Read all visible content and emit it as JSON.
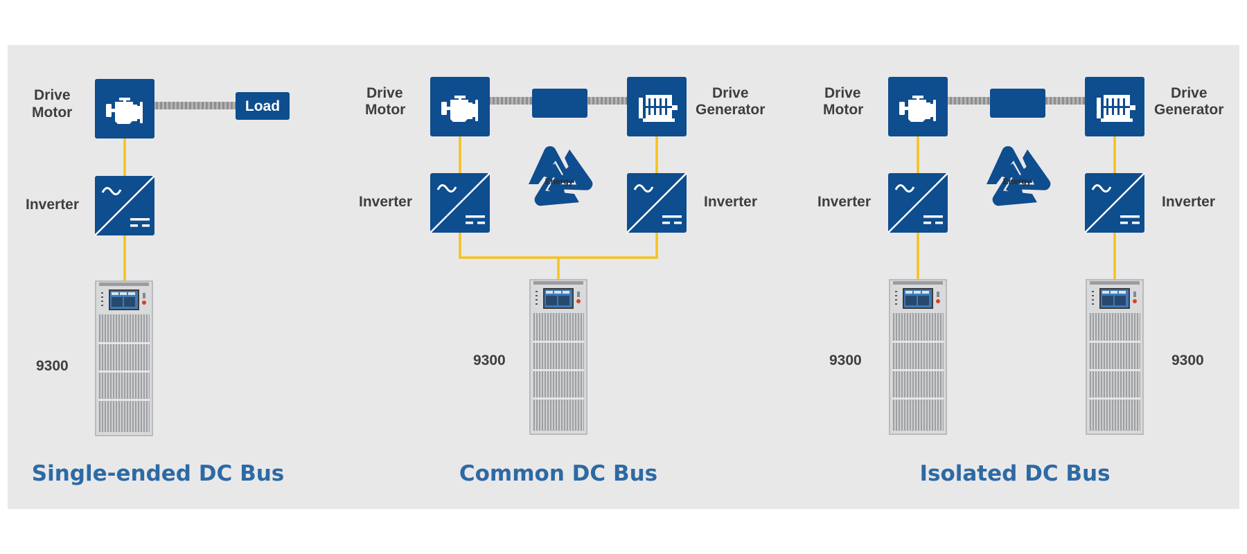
{
  "colors": {
    "background": "#e9e8e9",
    "block": "#0e4d8e",
    "wire": "#f4c21c",
    "title": "#2d6aa4",
    "label": "#3e3e3e"
  },
  "icons": [
    "engine-icon",
    "generator-icon",
    "inverter-icon",
    "energy-recycle-icon",
    "battery-test-system-cabinet"
  ],
  "sections": [
    {
      "title": "Single-ended DC Bus",
      "motor_label": [
        "Drive",
        "Motor"
      ],
      "load_label": "Load",
      "inverter_label": "Inverter",
      "equipment_label": "9300"
    },
    {
      "title": "Common DC Bus",
      "motor_label": [
        "Drive",
        "Motor"
      ],
      "generator_label": [
        "Drive",
        "Generator"
      ],
      "energy_label": "Energy",
      "inverter_left_label": "Inverter",
      "inverter_right_label": "Inverter",
      "equipment_label": "9300"
    },
    {
      "title": "Isolated DC Bus",
      "motor_label": [
        "Drive",
        "Motor"
      ],
      "generator_label": [
        "Drive",
        "Generator"
      ],
      "energy_label": "Energy",
      "inverter_left_label": "Inverter",
      "inverter_right_label": "Inverter",
      "equipment_left_label": "9300",
      "equipment_right_label": "9300"
    }
  ]
}
